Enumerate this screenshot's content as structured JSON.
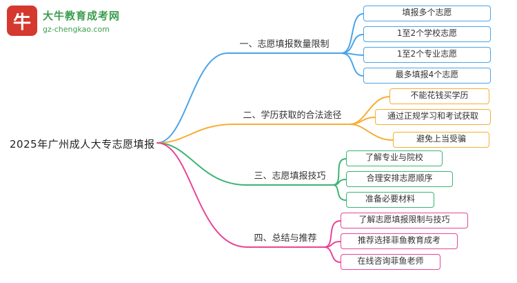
{
  "logo": {
    "icon_char": "牛",
    "site_name": "大牛教育成考网",
    "site_url": "gz-chengkao.com"
  },
  "root": {
    "label": "2025年广州成人大专志愿填报"
  },
  "branches": [
    {
      "label": "一、志愿填报数量限制",
      "color": "#4AA3E8",
      "children": [
        "填报多个志愿",
        "1至2个学校志愿",
        "1至2个专业志愿",
        "最多填报4个志愿"
      ]
    },
    {
      "label": "二、学历获取的合法途径",
      "color": "#F7AD31",
      "children": [
        "不能花钱买学历",
        "通过正规学习和考试获取",
        "避免上当受骗"
      ]
    },
    {
      "label": "三、志愿填报技巧",
      "color": "#3CB371",
      "children": [
        "了解专业与院校",
        "合理安排志愿顺序",
        "准备必要材料"
      ]
    },
    {
      "label": "四、总结与推荐",
      "color": "#E94397",
      "children": [
        "了解志愿填报限制与技巧",
        "推荐选择菲鱼教育成考",
        "在线咨询菲鱼老师"
      ]
    }
  ],
  "colors": {
    "b1": "#4AA3E8",
    "b2": "#F7AD31",
    "b3": "#3CB371",
    "b4": "#E94397",
    "logored": "#D5382E",
    "logogreen": "#3A9D4E"
  }
}
